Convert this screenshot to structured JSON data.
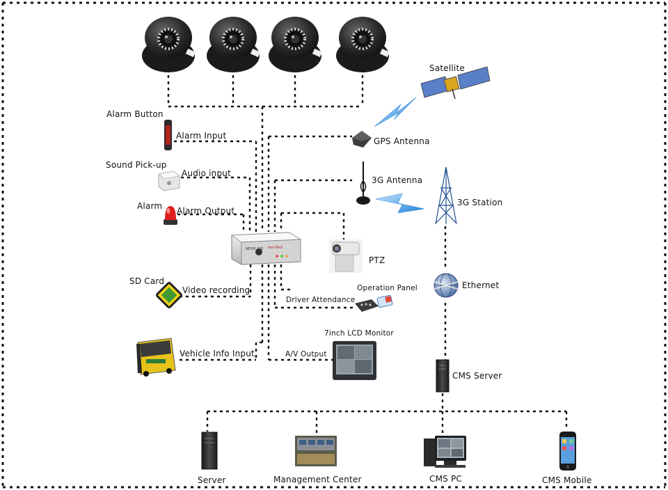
{
  "devices": {
    "alarm_button": "Alarm Button",
    "sound_pickup": "Sound Pick-up",
    "alarm": "Alarm",
    "sd_card": "SD Card",
    "gps_antenna": "GPS Antenna",
    "satellite": "Satellite",
    "antenna_3g": "3G Antenna",
    "station_3g": "3G Station",
    "ptz": "PTZ",
    "ethernet": "Ethernet",
    "operation_panel": "Operation Panel",
    "lcd_monitor": "7inch LCD Monitor",
    "cms_server": "CMS Server",
    "server": "Server",
    "management_center": "Management Center",
    "cms_pc": "CMS PC",
    "cms_mobile": "CMS Mobile"
  },
  "connections": {
    "alarm_input": "Alarm Input",
    "audio_input": "Audio input",
    "alarm_output": "Alarm Output",
    "video_recording": "Video recording",
    "vehicle_info_input": "Vehicle Info Input",
    "driver_attendance": "Driver Attendance",
    "av_output": "A/V Output"
  },
  "dvr": {
    "model_text": "MDVR-208",
    "brand_text": "Jun-Heol"
  }
}
